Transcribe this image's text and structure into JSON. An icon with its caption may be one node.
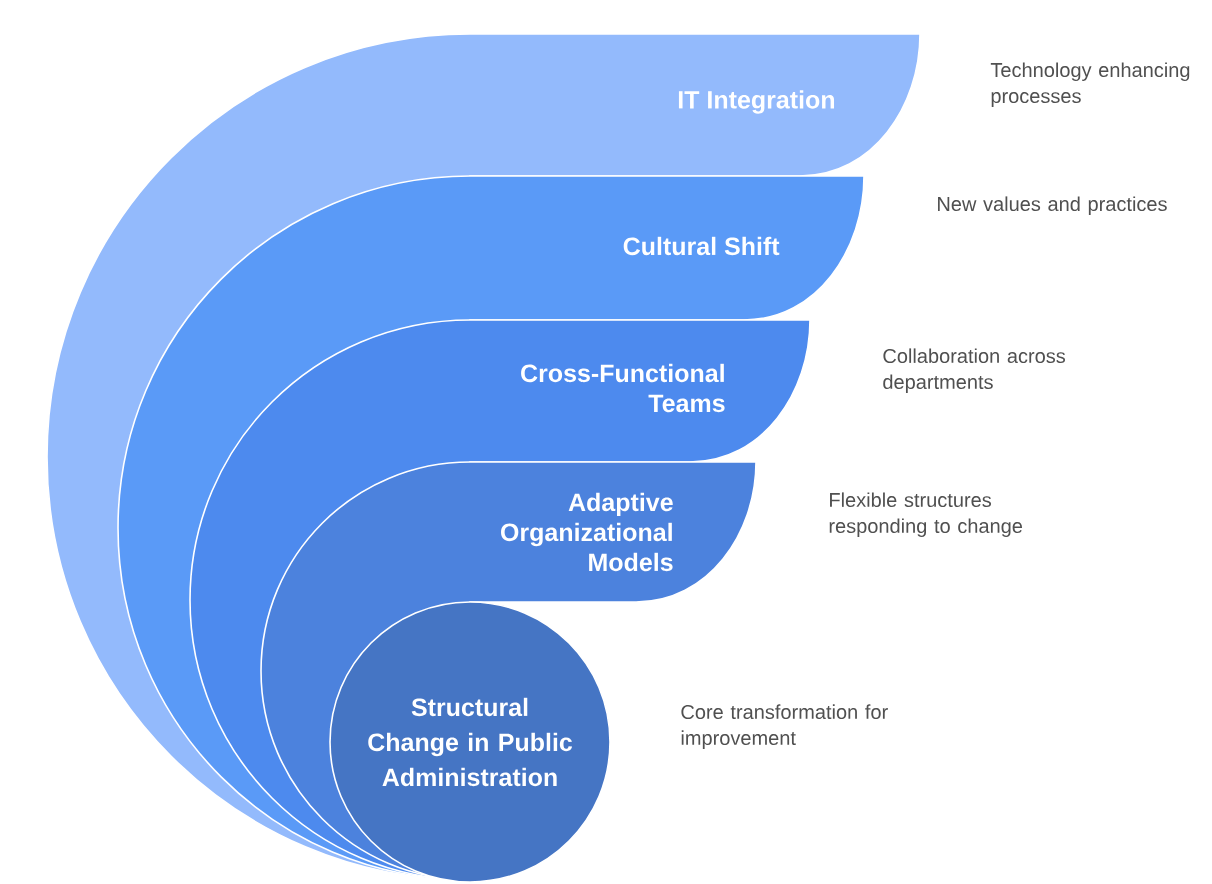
{
  "diagram": {
    "nodes": [
      {
        "text": [
          "IT Integration"
        ]
      },
      {
        "text": [
          "Cultural Shift"
        ]
      },
      {
        "text": [
          "Cross-Functional Teams"
        ]
      },
      {
        "text": [
          "Adaptive Organizational Models"
        ]
      },
      {
        "text": [
          "Structural Change in Public Administration"
        ],
        "in": 3
      }
    ],
    "labels": [
      "Technology enhancing processes",
      "New values and practices",
      "Collaboration across departments",
      "Flexible structures responding to change",
      "Core transformation for improvement"
    ]
  }
}
